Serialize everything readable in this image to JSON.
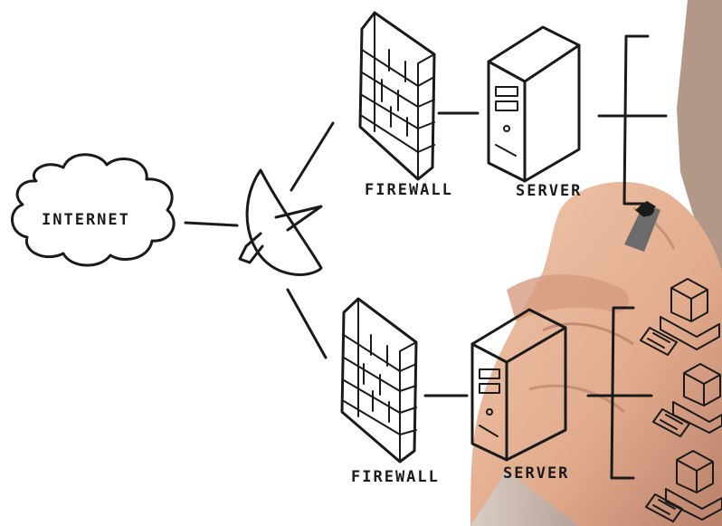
{
  "diagram": {
    "nodes": {
      "internet": {
        "label": "INTERNET"
      },
      "firewall_top": {
        "label": "FIREWALL"
      },
      "server_top": {
        "label": "SERVER"
      },
      "firewall_bottom": {
        "label": "FIREWALL"
      },
      "server_bottom": {
        "label": "SERVER"
      }
    }
  },
  "colors": {
    "ink": "#1a1a1a",
    "skin": "#e7b79a",
    "skin_shadow": "#c98e6f",
    "background": "#ffffff"
  },
  "icons": [
    "cloud-icon",
    "satellite-dish-icon",
    "firewall-icon",
    "server-icon",
    "workstation-icon",
    "marker-icon"
  ]
}
